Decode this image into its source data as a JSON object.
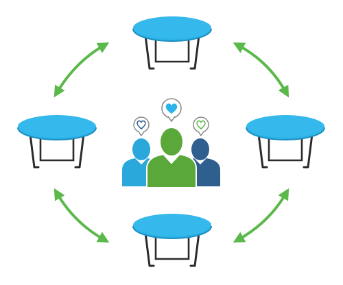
{
  "colors": {
    "table_top": "#2cb3e8",
    "table_top_edge": "#1c8fc0",
    "table_legs": "#2b2b2b",
    "arrow": "#5bb84a",
    "person_left": "#2aa8dc",
    "person_center": "#5aa83a",
    "person_right": "#2f5f8e",
    "bubble_outline": "#8a8a8a",
    "heart_left": "#2f5f8e",
    "heart_center": "#2cb3e8",
    "heart_right": "#5bb84a"
  },
  "diagram": {
    "tables": [
      {
        "id": "top"
      },
      {
        "id": "left"
      },
      {
        "id": "right"
      },
      {
        "id": "bottom"
      }
    ],
    "arrows": [
      {
        "from": "left",
        "to": "top"
      },
      {
        "from": "top",
        "to": "right"
      },
      {
        "from": "left",
        "to": "bottom"
      },
      {
        "from": "bottom",
        "to": "right"
      }
    ],
    "people": [
      {
        "id": "left",
        "heart": "outline"
      },
      {
        "id": "center",
        "heart": "filled"
      },
      {
        "id": "right",
        "heart": "outline"
      }
    ],
    "icons": [
      "table-icon",
      "double-arrow-icon",
      "person-icon",
      "speech-bubble-icon",
      "heart-icon"
    ]
  }
}
